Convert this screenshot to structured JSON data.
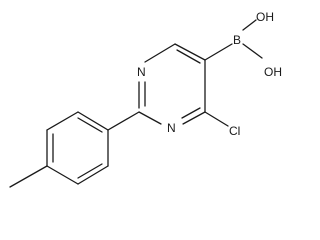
{
  "molecule": {
    "atoms": {
      "n_top": "N",
      "n_bottom": "N",
      "chlorine": "Cl",
      "boron": "B",
      "oh_top": "OH",
      "oh_bottom": "OH"
    }
  }
}
